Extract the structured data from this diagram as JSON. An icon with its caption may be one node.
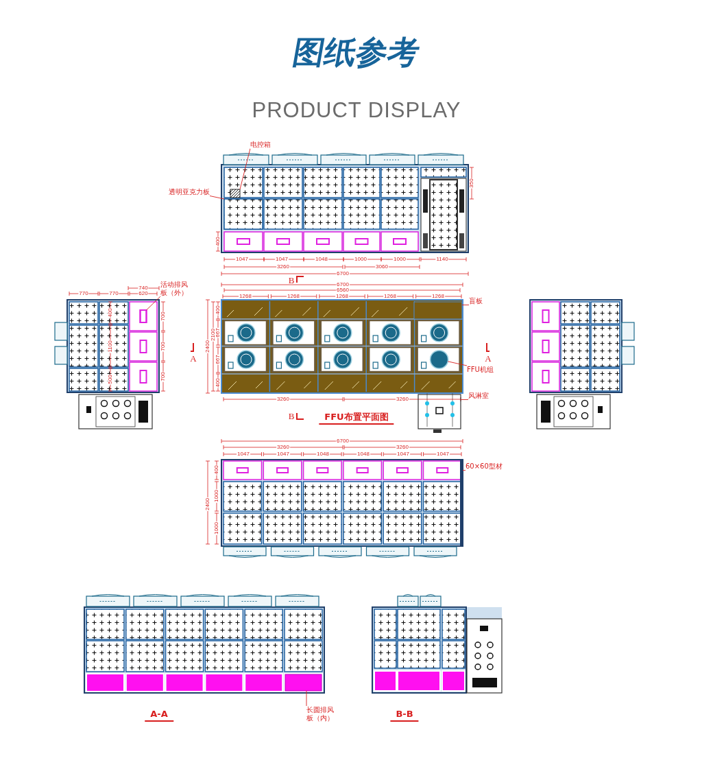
{
  "diagram": {
    "title": "图纸参考",
    "nodes": [
      {
        "text": [
          "电控箱"
        ]
      },
      {
        "text": [
          "透明亚克力板"
        ]
      },
      {
        "text": [
          "活动排风板（外）"
        ]
      },
      {
        "text": [
          "盲板"
        ]
      },
      {
        "text": [
          "FFU机组"
        ]
      },
      {
        "text": [
          "风淋室"
        ]
      },
      {
        "text": [
          "60×60型材"
        ]
      },
      {
        "text": [
          "长圆排风板（内）"
        ]
      },
      {
        "text": [],
        "shape": "box"
      },
      {
        "text": [],
        "shape": "box"
      },
      {
        "text": [],
        "shape": "box"
      },
      {
        "text": [],
        "shape": "box"
      },
      {
        "text": [],
        "shape": "circle"
      },
      {
        "text": [],
        "shape": "box"
      },
      {
        "text": [],
        "shape": "bar"
      },
      {
        "text": [],
        "shape": "box"
      }
    ],
    "edges": [
      {
        "from": 0,
        "to": 8,
        "arrow": "none"
      },
      {
        "from": 1,
        "to": 9,
        "arrow": "none"
      },
      {
        "from": 2,
        "to": 10,
        "arrow": "none"
      },
      {
        "from": 3,
        "to": 11,
        "arrow": "none"
      },
      {
        "from": 4,
        "to": 12,
        "arrow": "none"
      },
      {
        "from": 5,
        "to": 13,
        "arrow": "none"
      },
      {
        "from": 6,
        "to": 14,
        "arrow": "none"
      },
      {
        "from": 7,
        "to": 15,
        "arrow": "none"
      }
    ],
    "labels": [
      "PRODUCT DISPLAY",
      "1047",
      "1047",
      "1048",
      "1000",
      "1000",
      "1140",
      "3260",
      "3060",
      "6700",
      "400",
      "350",
      "770",
      "770",
      "740",
      "620",
      "400",
      "1100",
      "500",
      "700",
      "700",
      "700",
      "B",
      "6700",
      "6560",
      "1268",
      "1268",
      "1268",
      "1268",
      "1268",
      "2400",
      "2100",
      "400",
      "667",
      "667",
      "400",
      "A",
      "A",
      "3260",
      "3260",
      "B",
      "FFU布置平面图",
      "6700",
      "3260",
      "3260",
      "1047",
      "1047",
      "1048",
      "1048",
      "1047",
      "1047",
      "2400",
      "400",
      "1000",
      "1000",
      "A-A",
      "B-B"
    ]
  }
}
